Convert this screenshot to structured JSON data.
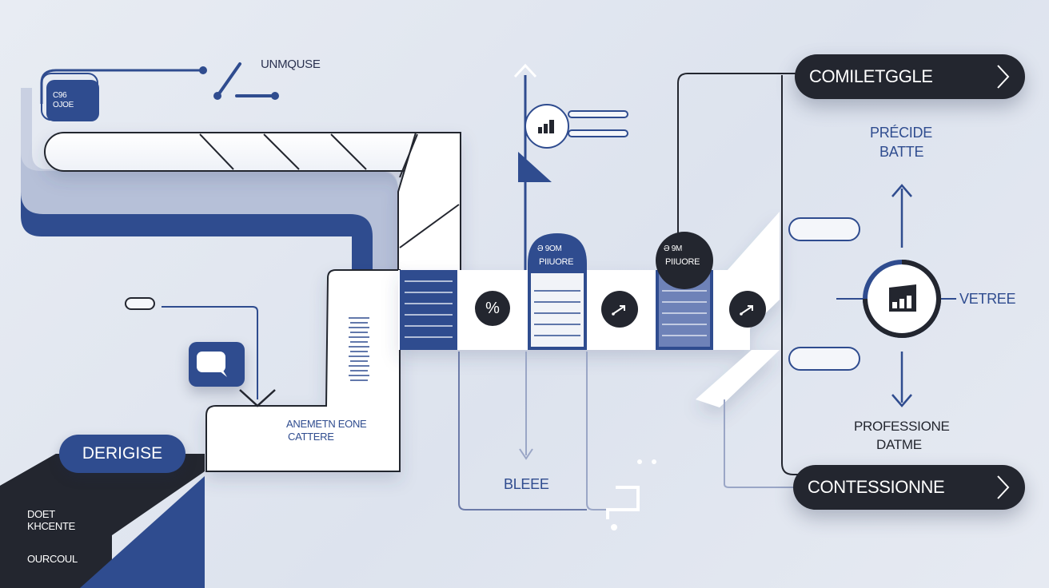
{
  "labels": {
    "top_label": "UNMQUSE",
    "chip_top": "C96",
    "chip_bottom": "OJOE",
    "complete_pill": "COMILETGGLE",
    "confession_pill": "CONTESSIONNE",
    "precide_line1": "PRÉCIDE",
    "precide_line2": "BATTE",
    "profession_line1": "PROFESSIONE",
    "profession_line2": "DATME",
    "vetree": "VETREE",
    "derigise": "DERIGISE",
    "anement_line1": "ANEMETN EONE",
    "anement_line2": "CATTERE",
    "bleee": "BLEEE",
    "doet_line1": "DOET",
    "doet_line2": "KHCENTE",
    "ourcoul": "OURCOUL",
    "gauge1_top": "Ə 9OM",
    "gauge1_bottom": "PIIUORE",
    "gauge2_top": "Ə 9M",
    "gauge2_bottom": "PIIUORE",
    "percent_symbol": "%"
  },
  "icons": [
    "bar-chart-icon",
    "chevron-right-icon",
    "arrow-up-icon",
    "arrow-down-icon",
    "message-icon",
    "percent-icon",
    "trend-arrow-icon"
  ],
  "colors": {
    "navy": "#2f4c8f",
    "dark": "#23262f",
    "background": "#e3e8f0",
    "white": "#ffffff"
  }
}
